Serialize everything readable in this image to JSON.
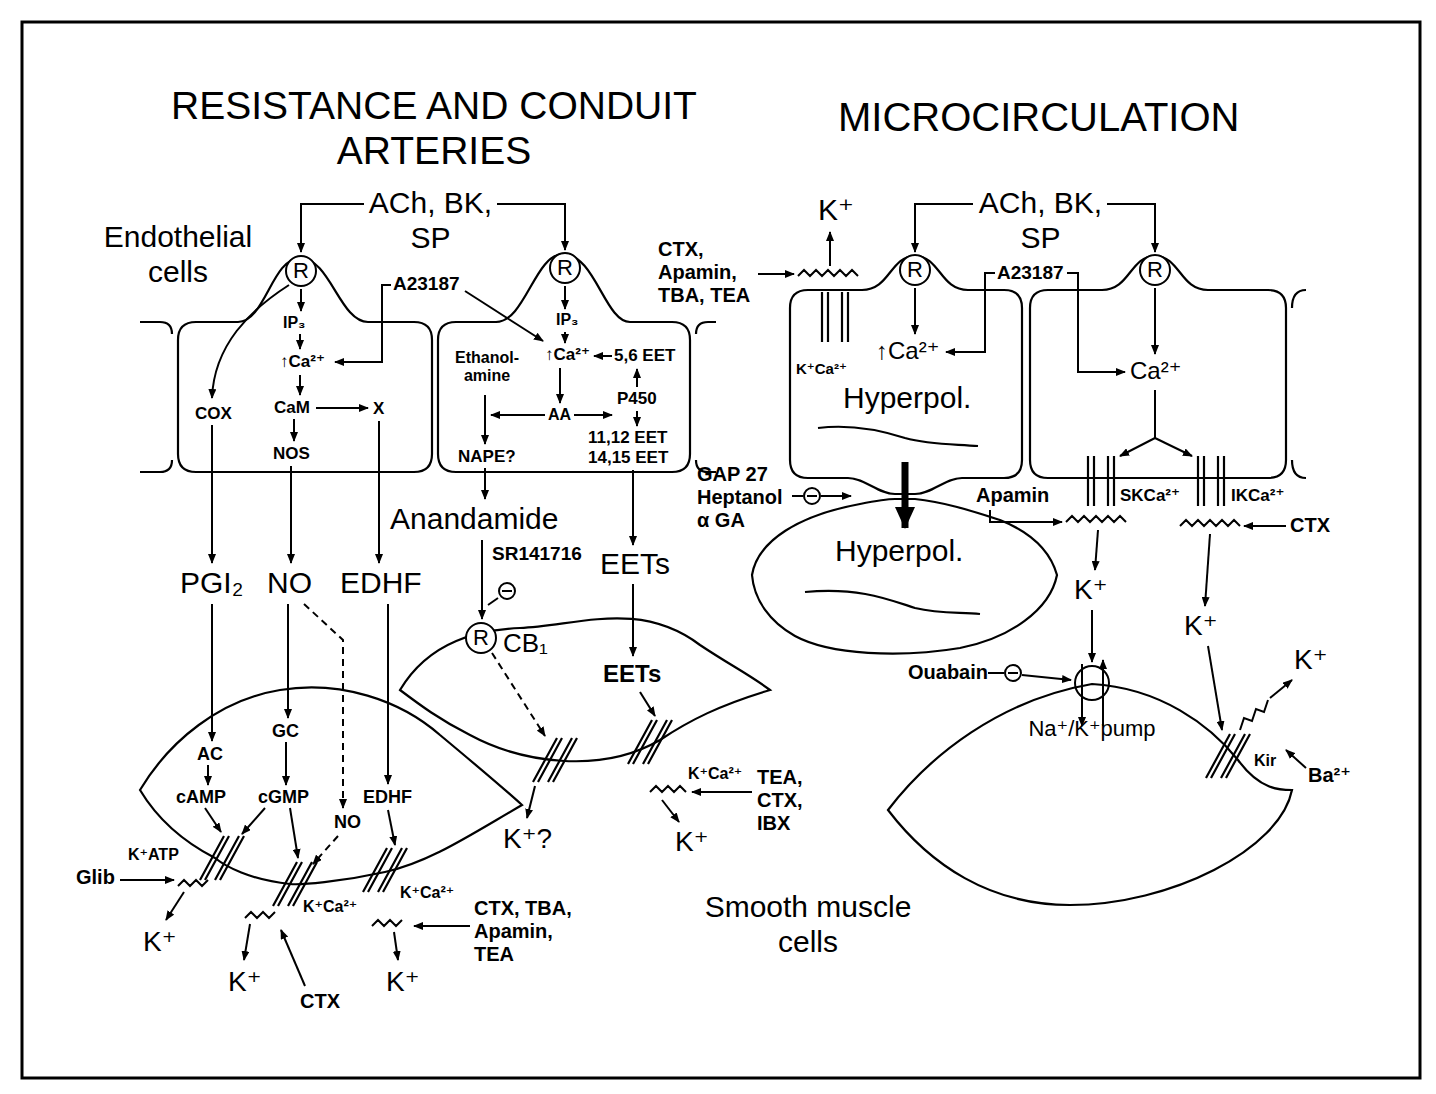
{
  "diagram": {
    "nodes": [
      {
        "text": [
          "R"
        ]
      },
      {
        "text": [
          "R"
        ]
      },
      {
        "text": [
          "R"
        ]
      },
      {
        "text": [
          "R"
        ]
      },
      {
        "text": [
          "R",
          "CB₁"
        ]
      },
      {
        "text": [
          "Na⁺/K⁺pump"
        ]
      }
    ],
    "labels": [
      "RESISTANCE AND CONDUIT ARTERIES",
      "MICROCIRCULATION",
      "Endothelial cells",
      "ACh, BK, SP",
      "A23187",
      "IP₃",
      "↑Ca²⁺",
      "CaM",
      "X",
      "COX",
      "NOS",
      "PGI₂",
      "NO",
      "EDHF",
      "IP₃",
      "↑Ca²⁺",
      "5,6 EET",
      "Ethanol-amine",
      "AA",
      "P450",
      "11,12 EET 14,15 EET",
      "NAPE?",
      "Anandamide",
      "SR141716",
      "EETs",
      "EETs",
      "K⁺Ca²⁺",
      "TEA, CTX, IBX",
      "K⁺?",
      "K⁺",
      "GC",
      "AC",
      "cAMP",
      "cGMP",
      "EDHF",
      "NO",
      "K⁺ATP",
      "Glib",
      "K⁺Ca²⁺",
      "K⁺Ca²⁺",
      "CTX, TBA, Apamin, TEA",
      "K⁺",
      "K⁺",
      "CTX",
      "K⁺",
      "Smooth muscle cells",
      "K⁺",
      "CTX, Apamin, TBA, TEA",
      "ACh, BK, SP",
      "A23187",
      "↑Ca²⁺",
      "K⁺Ca²⁺",
      "Hyperpol.",
      "Ca²⁺",
      "GAP 27 Heptanol α GA",
      "Hyperpol.",
      "Apamin",
      "SKCa²⁺",
      "IKCa²⁺",
      "CTX",
      "K⁺",
      "K⁺",
      "Ouabain",
      "K⁺",
      "Kir",
      "Ba²⁺"
    ]
  }
}
